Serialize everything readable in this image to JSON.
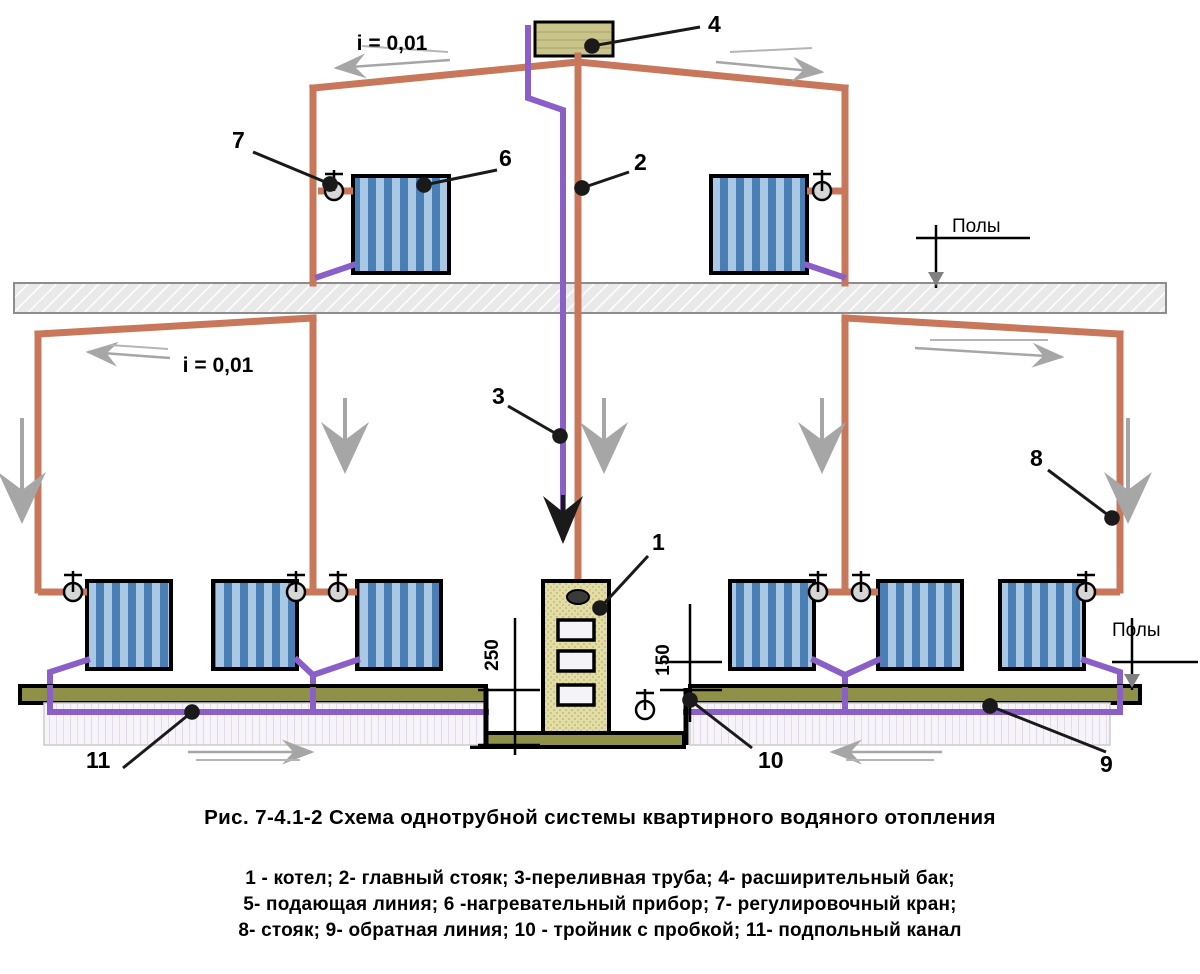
{
  "figure": {
    "caption": "Рис. 7-4.1-2  Схема однотрубной  системы  квартирного  водяного  отопления",
    "legend_lines": [
      "1 - котел;  2- главный  стояк;  3-переливная   труба;  4- расширительный бак;",
      "5- подающая  линия; 6 -нагревательный  прибор;  7- регулировочный  кран;",
      "8- стояк;  9- обратная  линия;  10 - тройник с пробкой;  11- подпольный канал"
    ]
  },
  "labels": {
    "n1": "1",
    "n2": "2",
    "n3": "3",
    "n4": "4",
    "n6": "6",
    "n7": "7",
    "n8": "8",
    "n9": "9",
    "n10": "10",
    "n11": "11",
    "slope_top": "i = 0,01",
    "slope_mid": "i = 0,01",
    "floor_upper": "Полы",
    "floor_lower": "Полы",
    "dim_250": "250",
    "dim_150": "150"
  },
  "colors": {
    "supply_pipe": "#c8775a",
    "return_pipe": "#8a5fc8",
    "radiator_dark": "#4a7fb5",
    "radiator_light": "#a8c8e4",
    "radiator_border": "#000000",
    "boiler_fill": "#ddd8a8",
    "tank_fill": "#c9c48a",
    "floor_slab": "#e8e8e8",
    "floor_board": "#8f9148",
    "channel_fill": "#f4f2f6",
    "arrow_gray": "#a0a0a0",
    "leader_black": "#1a1a1a"
  },
  "components": {
    "boiler": {
      "id": "1",
      "name": "котел"
    },
    "main_riser": {
      "id": "2",
      "name": "главный стояк"
    },
    "overflow_pipe": {
      "id": "3",
      "name": "переливная труба"
    },
    "expansion_tank": {
      "id": "4",
      "name": "расширительный бак"
    },
    "supply_line": {
      "id": "5",
      "name": "подающая линия"
    },
    "heater": {
      "id": "6",
      "name": "нагревательный прибор"
    },
    "control_valve": {
      "id": "7",
      "name": "регулировочный кран"
    },
    "riser": {
      "id": "8",
      "name": "стояк"
    },
    "return_line": {
      "id": "9",
      "name": "обратная линия"
    },
    "tee_with_plug": {
      "id": "10",
      "name": "тройник с пробкой"
    },
    "underfloor_channel": {
      "id": "11",
      "name": "подпольный канал"
    }
  }
}
